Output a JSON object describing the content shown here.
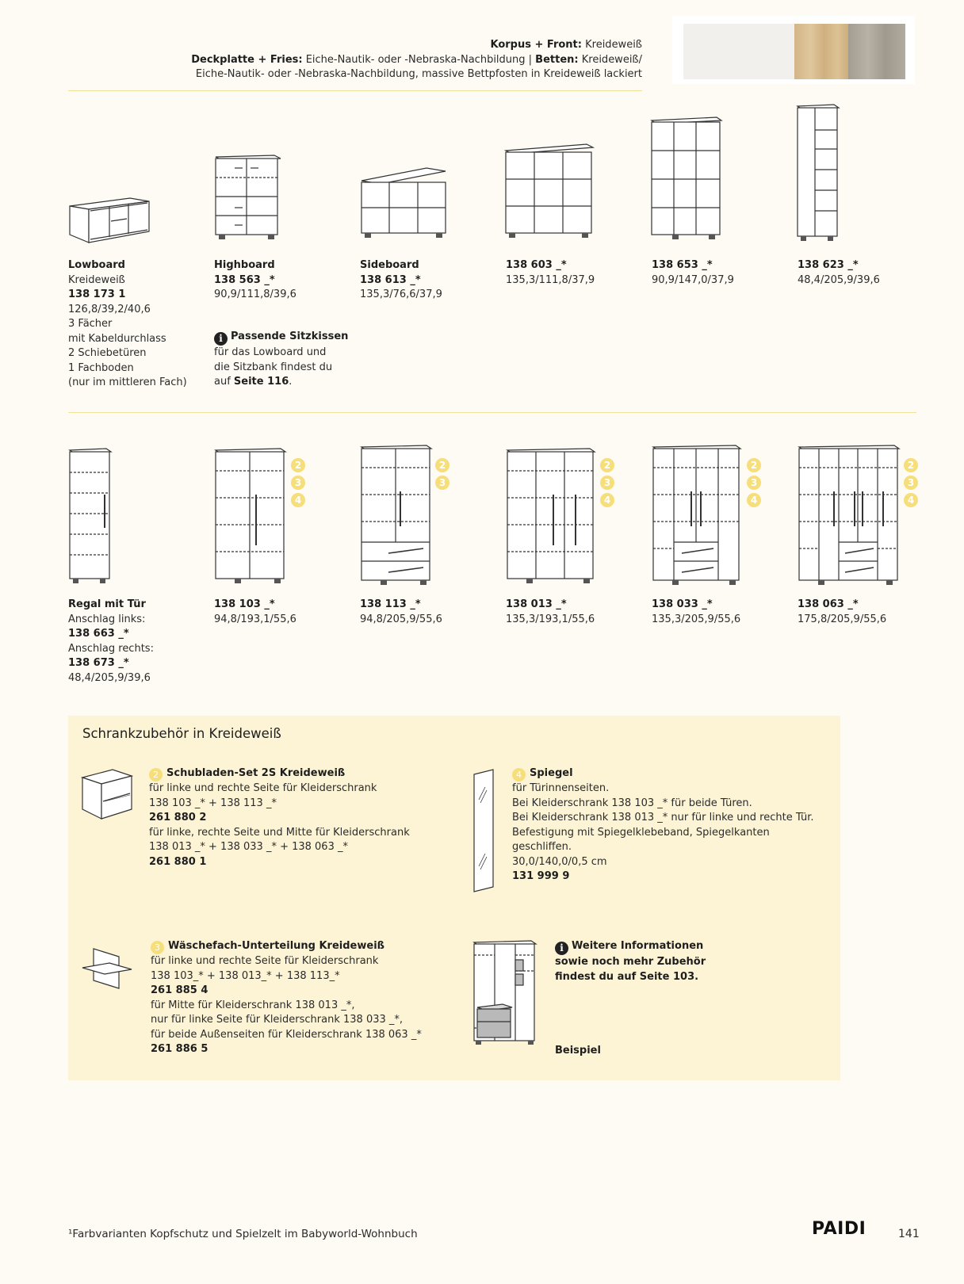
{
  "header": {
    "line1_label": "Korpus + Front:",
    "line1_text": " Kreideweiß",
    "line2_label": "Deckplatte + Fries:",
    "line2_text": " Eiche-Nautik- oder -Nebraska-Nachbildung | ",
    "line2_label2": "Betten:",
    "line2_text2": " Kreideweiß/",
    "line3_text": "Eiche-Nautik- oder -Nebraska-Nachbildung, massive Bettpfosten in Kreideweiß lackiert"
  },
  "swatches": {
    "colors": [
      "#f2f0ec",
      "#d8bd8f",
      "#aaa49a"
    ]
  },
  "row1": {
    "lowboard": {
      "title": "Lowboard",
      "color": "Kreideweiß",
      "code": "138 173 1",
      "dims": "126,8/39,2/40,6",
      "features": [
        "3 Fächer",
        "mit Kabeldurchlass",
        "2 Schiebetüren",
        "1 Fachboden",
        "(nur im mittleren Fach)"
      ]
    },
    "highboard": {
      "title": "Highboard",
      "code": "138 563 _*",
      "dims": "90,9/111,8/39,6",
      "tip_title": "Passende Sitzkissen",
      "tip_lines": [
        "für das Lowboard und",
        "die Sitzbank findest du"
      ],
      "tip_last_pre": "auf ",
      "tip_last_bold": "Seite 116",
      "tip_last_post": "."
    },
    "sideboard": {
      "title": "Sideboard",
      "code": "138 613 _*",
      "dims": "135,3/76,6/37,9"
    },
    "p603": {
      "code": "138 603 _*",
      "dims": "135,3/111,8/37,9"
    },
    "p653": {
      "code": "138 653 _*",
      "dims": "90,9/147,0/37,9"
    },
    "p623": {
      "code": "138 623 _*",
      "dims": "48,4/205,9/39,6"
    }
  },
  "row2": {
    "regal": {
      "title": "Regal mit Tür",
      "left_label": "Anschlag links:",
      "left_code": "138 663 _*",
      "right_label": "Anschlag rechts:",
      "right_code": "138 673 _*",
      "dims": "48,4/205,9/39,6"
    },
    "p103": {
      "code": "138 103 _*",
      "dims": "94,8/193,1/55,6",
      "badges": [
        "2",
        "3",
        "4"
      ]
    },
    "p113": {
      "code": "138 113 _*",
      "dims": "94,8/205,9/55,6",
      "badges": [
        "2",
        "3"
      ]
    },
    "p013": {
      "code": "138 013 _*",
      "dims": "135,3/193,1/55,6",
      "badges": [
        "2",
        "3",
        "4"
      ]
    },
    "p033": {
      "code": "138 033 _*",
      "dims": "135,3/205,9/55,6",
      "badges": [
        "2",
        "3",
        "4"
      ]
    },
    "p063": {
      "code": "138 063 _*",
      "dims": "175,8/205,9/55,6",
      "badges": [
        "2",
        "3",
        "4"
      ]
    }
  },
  "accessories": {
    "title": "Schrankzubehör in Kreideweiß",
    "drawer": {
      "num": "2",
      "title": "Schubladen-Set 2S Kreideweiß",
      "l1": "für linke und rechte Seite für Kleiderschrank",
      "l2": "138 103 _* + 138 113 _*",
      "code1": "261 880 2",
      "l3": "für linke, rechte Seite und Mitte für Kleiderschrank",
      "l4": "138 013 _* + 138 033 _* + 138 063 _*",
      "code2": "261 880 1"
    },
    "mirror": {
      "num": "4",
      "title": "Spiegel",
      "lines": [
        "für Türinnenseiten.",
        "Bei Kleiderschrank 138 103 _* für beide Türen.",
        "Bei Kleiderschrank 138 013 _* nur für linke und rechte Tür.",
        "Befestigung mit Spiegelklebeband, Spiegelkanten",
        "geschliffen.",
        "30,0/140,0/0,5 cm"
      ],
      "code": "131 999 9"
    },
    "laundry": {
      "num": "3",
      "title": "Wäschefach-Unterteilung Kreideweiß",
      "l1": "für linke und rechte Seite für Kleiderschrank",
      "l2": "138 103_* + 138 013_* + 138 113_*",
      "code1": "261 885 4",
      "l3": "für Mitte für Kleiderschrank 138 013 _*,",
      "l4": "nur für linke Seite für Kleiderschrank 138 033 _*,",
      "l5": "für beide Außenseiten für Kleiderschrank 138 063 _*",
      "code2": "261 886 5"
    },
    "more": {
      "lines": [
        "Weitere Informationen",
        "sowie noch mehr Zubehör",
        "findest du auf Seite 103."
      ],
      "example": "Beispiel"
    }
  },
  "footer": {
    "note": "¹Farbvarianten Kopfschutz und Spielzelt im Babyworld-Wohnbuch",
    "logo": "PAIDI",
    "page": "141"
  }
}
